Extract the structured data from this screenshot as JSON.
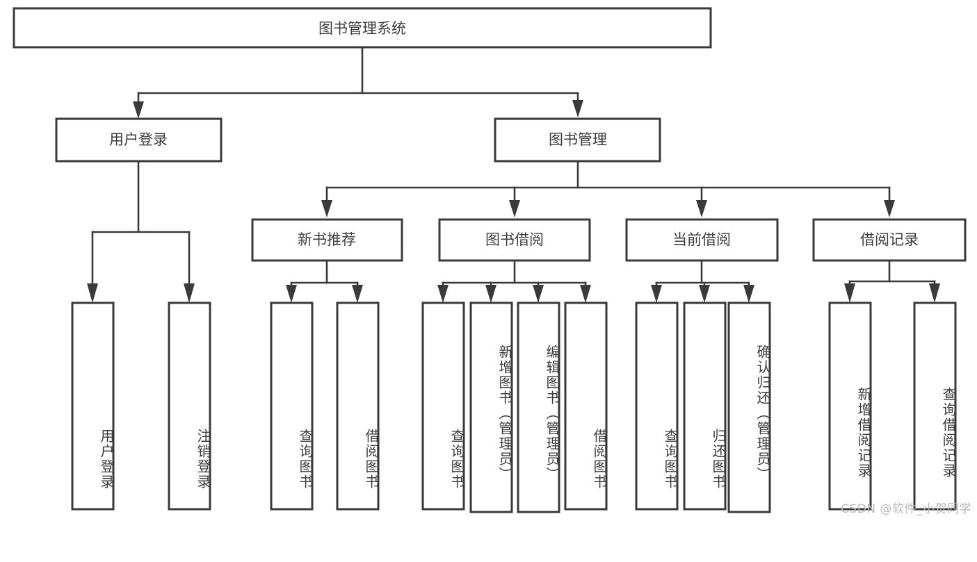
{
  "diagram": {
    "type": "tree-hierarchy",
    "title": "图书管理系统",
    "watermark": "CSDN @软件_小贺同学",
    "colors": {
      "box_stroke": "#3a3a3a",
      "box_fill": "#ffffff",
      "connector": "#3a3a3a",
      "text": "#3c3c3c",
      "watermark": "#b9b9b9",
      "background": "#ffffff"
    },
    "root": {
      "id": "root",
      "label": "图书管理系统",
      "level": 0
    },
    "level1": [
      {
        "id": "user-login",
        "label": "用户登录",
        "level": 1
      },
      {
        "id": "book-management",
        "label": "图书管理",
        "level": 1
      }
    ],
    "level2": [
      {
        "id": "new-book-recommend",
        "label": "新书推荐",
        "level": 2,
        "parent": "book-management"
      },
      {
        "id": "book-borrow",
        "label": "图书借阅",
        "level": 2,
        "parent": "book-management"
      },
      {
        "id": "current-borrow",
        "label": "当前借阅",
        "level": 2,
        "parent": "book-management"
      },
      {
        "id": "borrow-record",
        "label": "借阅记录",
        "level": 2,
        "parent": "book-management"
      }
    ],
    "leaves": [
      {
        "id": "leaf-user-login",
        "label": "用户登录",
        "parent": "user-login"
      },
      {
        "id": "leaf-logout-login",
        "label": "注销登录",
        "parent": "user-login"
      },
      {
        "id": "leaf-query-book-1",
        "label": "查询图书",
        "parent": "new-book-recommend"
      },
      {
        "id": "leaf-borrow-book-1",
        "label": "借阅图书",
        "parent": "new-book-recommend"
      },
      {
        "id": "leaf-query-book-2",
        "label": "查询图书",
        "parent": "book-borrow"
      },
      {
        "id": "leaf-add-book",
        "label": "新增图书（管理员）",
        "parent": "book-borrow"
      },
      {
        "id": "leaf-edit-book",
        "label": "编辑图书（管理员）",
        "parent": "book-borrow"
      },
      {
        "id": "leaf-borrow-book-2",
        "label": "借阅图书",
        "parent": "book-borrow"
      },
      {
        "id": "leaf-query-book-3",
        "label": "查询图书",
        "parent": "current-borrow"
      },
      {
        "id": "leaf-return-book",
        "label": "归还图书",
        "parent": "current-borrow"
      },
      {
        "id": "leaf-confirm-return",
        "label": "确认归还（管理员）",
        "parent": "current-borrow"
      },
      {
        "id": "leaf-add-record",
        "label": "新增借阅记录",
        "parent": "borrow-record"
      },
      {
        "id": "leaf-query-record",
        "label": "查询借阅记录",
        "parent": "borrow-record"
      }
    ]
  }
}
